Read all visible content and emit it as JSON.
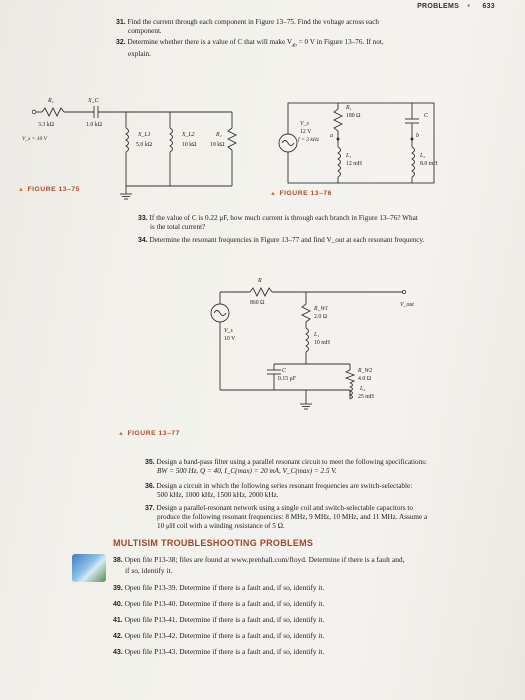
{
  "header": {
    "section": "PROBLEMS",
    "bullet": "•",
    "page_number": "633"
  },
  "problems_top": [
    {
      "num": "31.",
      "lines": [
        "Find the current through each component in Figure 13–75. Find the voltage across each",
        "component."
      ]
    },
    {
      "num": "32.",
      "lines": [
        "Determine whether there is a value of C that will make V",
        "explain."
      ],
      "line1_sub": "ab",
      "line1_tail": " = 0 V in Figure 13–76. If not,"
    }
  ],
  "fig75": {
    "label": "FIGURE 13–75",
    "R1": "R₁",
    "XC": "X_C",
    "R1_val": "3.3 kΩ",
    "XC_val": "1.0 kΩ",
    "Vs": "V_s = 10 V",
    "XL1": "X_L1",
    "XL1_val": "5.0 kΩ",
    "XL2": "X_L2",
    "XL2_val": "10 kΩ",
    "R2": "R₂",
    "R2_val": "10 kΩ"
  },
  "fig76": {
    "label": "FIGURE 13–76",
    "R1": "R₁",
    "R1_val": "180 Ω",
    "C": "C",
    "Vs": "V_s",
    "Vs_val": "12 V",
    "f": "f = 3 kHz",
    "a": "a",
    "b": "b",
    "L1": "L₁",
    "L1_val": "12 mH",
    "L2": "L₂",
    "L2_val": "8.0 mH"
  },
  "problems_mid": [
    {
      "num": "33.",
      "lines": [
        "If the value of C is 0.22 μF, how much current is through each branch in Figure 13–76? What",
        "is the total current?"
      ]
    },
    {
      "num": "34.",
      "lines": [
        "Determine the resonant frequencies in Figure 13–77 and find V_out at each resonant frequency."
      ]
    }
  ],
  "fig77": {
    "label": "FIGURE 13–77",
    "R": "R",
    "R_val": "860 Ω",
    "RW1": "R_W1",
    "RW1_val": "2.0 Ω",
    "L1": "L₁",
    "L1_val": "10 mH",
    "Vout": "V_out",
    "Vs": "V_s",
    "Vs_val": "10 V",
    "C": "C",
    "C_val": "0.15 μF",
    "RW2": "R_W2",
    "RW2_val": "4.0 Ω",
    "L2": "L₂",
    "L2_val": "25 mH"
  },
  "problems_bottom": [
    {
      "num": "35.",
      "lines": [
        "Design a band-pass filter using a parallel resonant circuit to meet the following specifications:",
        "BW = 500 Hz, Q = 40, I_C(max) = 20 mA, V_C(max) = 2.5 V."
      ]
    },
    {
      "num": "36.",
      "lines": [
        "Design a circuit in which the following series resonant frequencies are switch-selectable:",
        "500 kHz, 1000 kHz, 1500 kHz, 2000 kHz."
      ]
    },
    {
      "num": "37.",
      "lines": [
        "Design a parallel-resonant network using a single coil and switch-selectable capacitors to",
        "produce the following resonant frequencies: 8 MHz, 9 MHz, 10 MHz, and 11 MHz. Assume a",
        "10 μH coil with a winding resistance of 5 Ω."
      ]
    }
  ],
  "multisim": {
    "title": "MULTISIM TROUBLESHOOTING PROBLEMS",
    "items": [
      {
        "num": "38.",
        "lines": [
          "Open file P13-38; files are found at www.prenhall.com/floyd. Determine if there is a fault and,",
          "if so, identify it."
        ]
      },
      {
        "num": "39.",
        "lines": [
          "Open file P13-39. Determine if there is a fault and, if so, identify it."
        ]
      },
      {
        "num": "40.",
        "lines": [
          "Open file P13-40. Determine if there is a fault and, if so, identify it."
        ]
      },
      {
        "num": "41.",
        "lines": [
          "Open file P13-41. Determine if there is a fault and, if so, identify it."
        ]
      },
      {
        "num": "42.",
        "lines": [
          "Open file P13-42. Determine if there is a fault and, if so, identify it."
        ]
      },
      {
        "num": "43.",
        "lines": [
          "Open file P13-43. Determine if there is a fault and, if so, identify it."
        ]
      }
    ]
  }
}
